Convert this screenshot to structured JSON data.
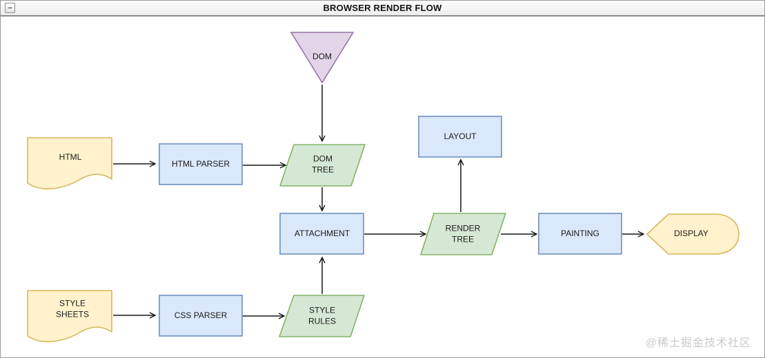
{
  "window": {
    "title": "BROWSER RENDER FLOW"
  },
  "icons": {
    "minimize": "−"
  },
  "watermark": "@稀土掘金技术社区",
  "colors": {
    "yellow_fill": "#FFF2CC",
    "yellow_stroke": "#D6B656",
    "blue_fill": "#DAE8FC",
    "blue_stroke": "#6C8EBF",
    "green_fill": "#D5E8D4",
    "green_stroke": "#82B366",
    "purple_fill": "#E1D5E7",
    "purple_stroke": "#9673A6",
    "arrow": "#161616"
  },
  "nodes": [
    {
      "id": "dom",
      "label": "DOM",
      "shape": "triangle-down",
      "color": "purple"
    },
    {
      "id": "html",
      "label": "HTML",
      "shape": "document",
      "color": "yellow"
    },
    {
      "id": "html-parser",
      "label": "HTML PARSER",
      "shape": "rectangle",
      "color": "blue"
    },
    {
      "id": "dom-tree",
      "label": "DOM TREE",
      "shape": "parallelogram",
      "color": "green"
    },
    {
      "id": "layout",
      "label": "LAYOUT",
      "shape": "rectangle",
      "color": "blue"
    },
    {
      "id": "attachment",
      "label": "ATTACHMENT",
      "shape": "rectangle",
      "color": "blue"
    },
    {
      "id": "render-tree",
      "label": "RENDER TREE",
      "shape": "parallelogram",
      "color": "green"
    },
    {
      "id": "painting",
      "label": "PAINTING",
      "shape": "rectangle",
      "color": "blue"
    },
    {
      "id": "display",
      "label": "DISPLAY",
      "shape": "display",
      "color": "yellow"
    },
    {
      "id": "style-sheets",
      "label": "STYLE SHEETS",
      "shape": "document",
      "color": "yellow"
    },
    {
      "id": "css-parser",
      "label": "CSS PARSER",
      "shape": "rectangle",
      "color": "blue"
    },
    {
      "id": "style-rules",
      "label": "STYLE RULES",
      "shape": "parallelogram",
      "color": "green"
    }
  ],
  "edges": [
    {
      "from": "dom",
      "to": "dom-tree"
    },
    {
      "from": "html",
      "to": "html-parser"
    },
    {
      "from": "html-parser",
      "to": "dom-tree"
    },
    {
      "from": "dom-tree",
      "to": "attachment"
    },
    {
      "from": "style-sheets",
      "to": "css-parser"
    },
    {
      "from": "css-parser",
      "to": "style-rules"
    },
    {
      "from": "style-rules",
      "to": "attachment"
    },
    {
      "from": "attachment",
      "to": "render-tree"
    },
    {
      "from": "render-tree",
      "to": "layout"
    },
    {
      "from": "render-tree",
      "to": "painting"
    },
    {
      "from": "painting",
      "to": "display"
    }
  ]
}
